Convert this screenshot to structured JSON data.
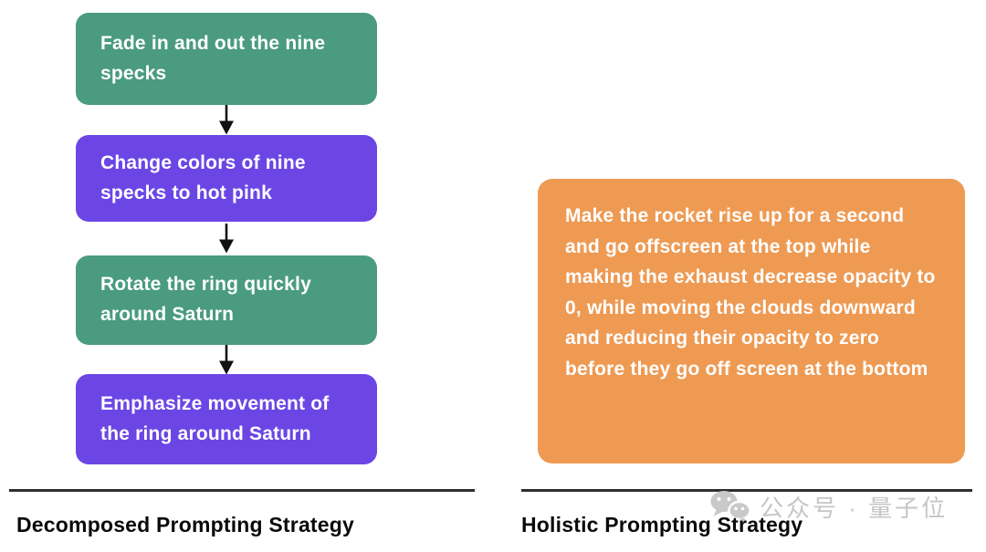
{
  "figure": {
    "left_panel": {
      "title": "Decomposed Prompting Strategy",
      "steps": [
        {
          "label": "Fade in and out the nine specks",
          "color": "#4a9b80",
          "color_name": "green"
        },
        {
          "label": "Change colors of nine specks to hot pink",
          "color": "#6b46e5",
          "color_name": "purple"
        },
        {
          "label": "Rotate the ring quickly around Saturn",
          "color": "#4a9b80",
          "color_name": "green"
        },
        {
          "label": "Emphasize movement of the ring around Saturn",
          "color": "#6b46e5",
          "color_name": "purple"
        }
      ],
      "connector": "down-arrow"
    },
    "right_panel": {
      "title": "Holistic Prompting Strategy",
      "prompt_text": "Make the rocket rise up for a second and go offscreen at the top while making the exhaust decrease opacity to 0, while moving the clouds downward and reducing their opacity to zero before they go off screen at the bottom",
      "box_color": "#ee9a53"
    },
    "watermark": {
      "text": "公众号 · 量子位",
      "icon": "wechat-chat-bubbles-icon",
      "color": "#c6c6c6"
    },
    "colors": {
      "step_green": "#4a9b80",
      "step_purple": "#6b46e5",
      "holistic_orange": "#ee9a53",
      "divider": "#2e2e2e",
      "box_text": "#ffffff",
      "caption_text": "#0a0a0a",
      "arrow": "#111111",
      "background": "#ffffff"
    }
  }
}
